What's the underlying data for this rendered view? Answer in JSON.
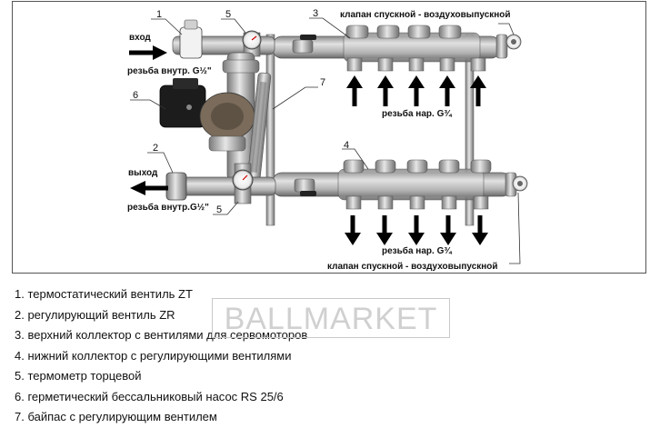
{
  "callouts": {
    "n1": "1",
    "n2": "2",
    "n3": "3",
    "n4": "4",
    "n5_top": "5",
    "n5_bottom": "5",
    "n6": "6",
    "n7": "7"
  },
  "labels": {
    "inlet": "вход",
    "inlet_thread": "резьба внутр. G½\"",
    "outlet": "выход",
    "outlet_thread": "резьба внутр.G½\"",
    "top_valve": "клапан спускной - воздуховыпускной",
    "bottom_valve": "клапан спускной - воздуховыпускной",
    "top_thread": "резьба нар. G¾",
    "bottom_thread": "резьба нар. G¾"
  },
  "legend": [
    "1. термостатический вентиль ZT",
    "2. регулирующий вентиль ZR",
    "3. верхний коллектор с вентилями для сервомоторов",
    "4. нижний коллектор с регулирующими вентилями",
    "5. термометр торцевой",
    "6. герметический бессальниковый насос RS 25/6",
    "7. байпас с регулирующим вентилем"
  ],
  "watermark": "BALLMARKET",
  "colors": {
    "metal_light": "#d9d9d9",
    "metal_mid": "#a8a8a8",
    "metal_dark": "#6e6e6e",
    "pump_black": "#1c1c1c",
    "arrow": "#000000"
  }
}
